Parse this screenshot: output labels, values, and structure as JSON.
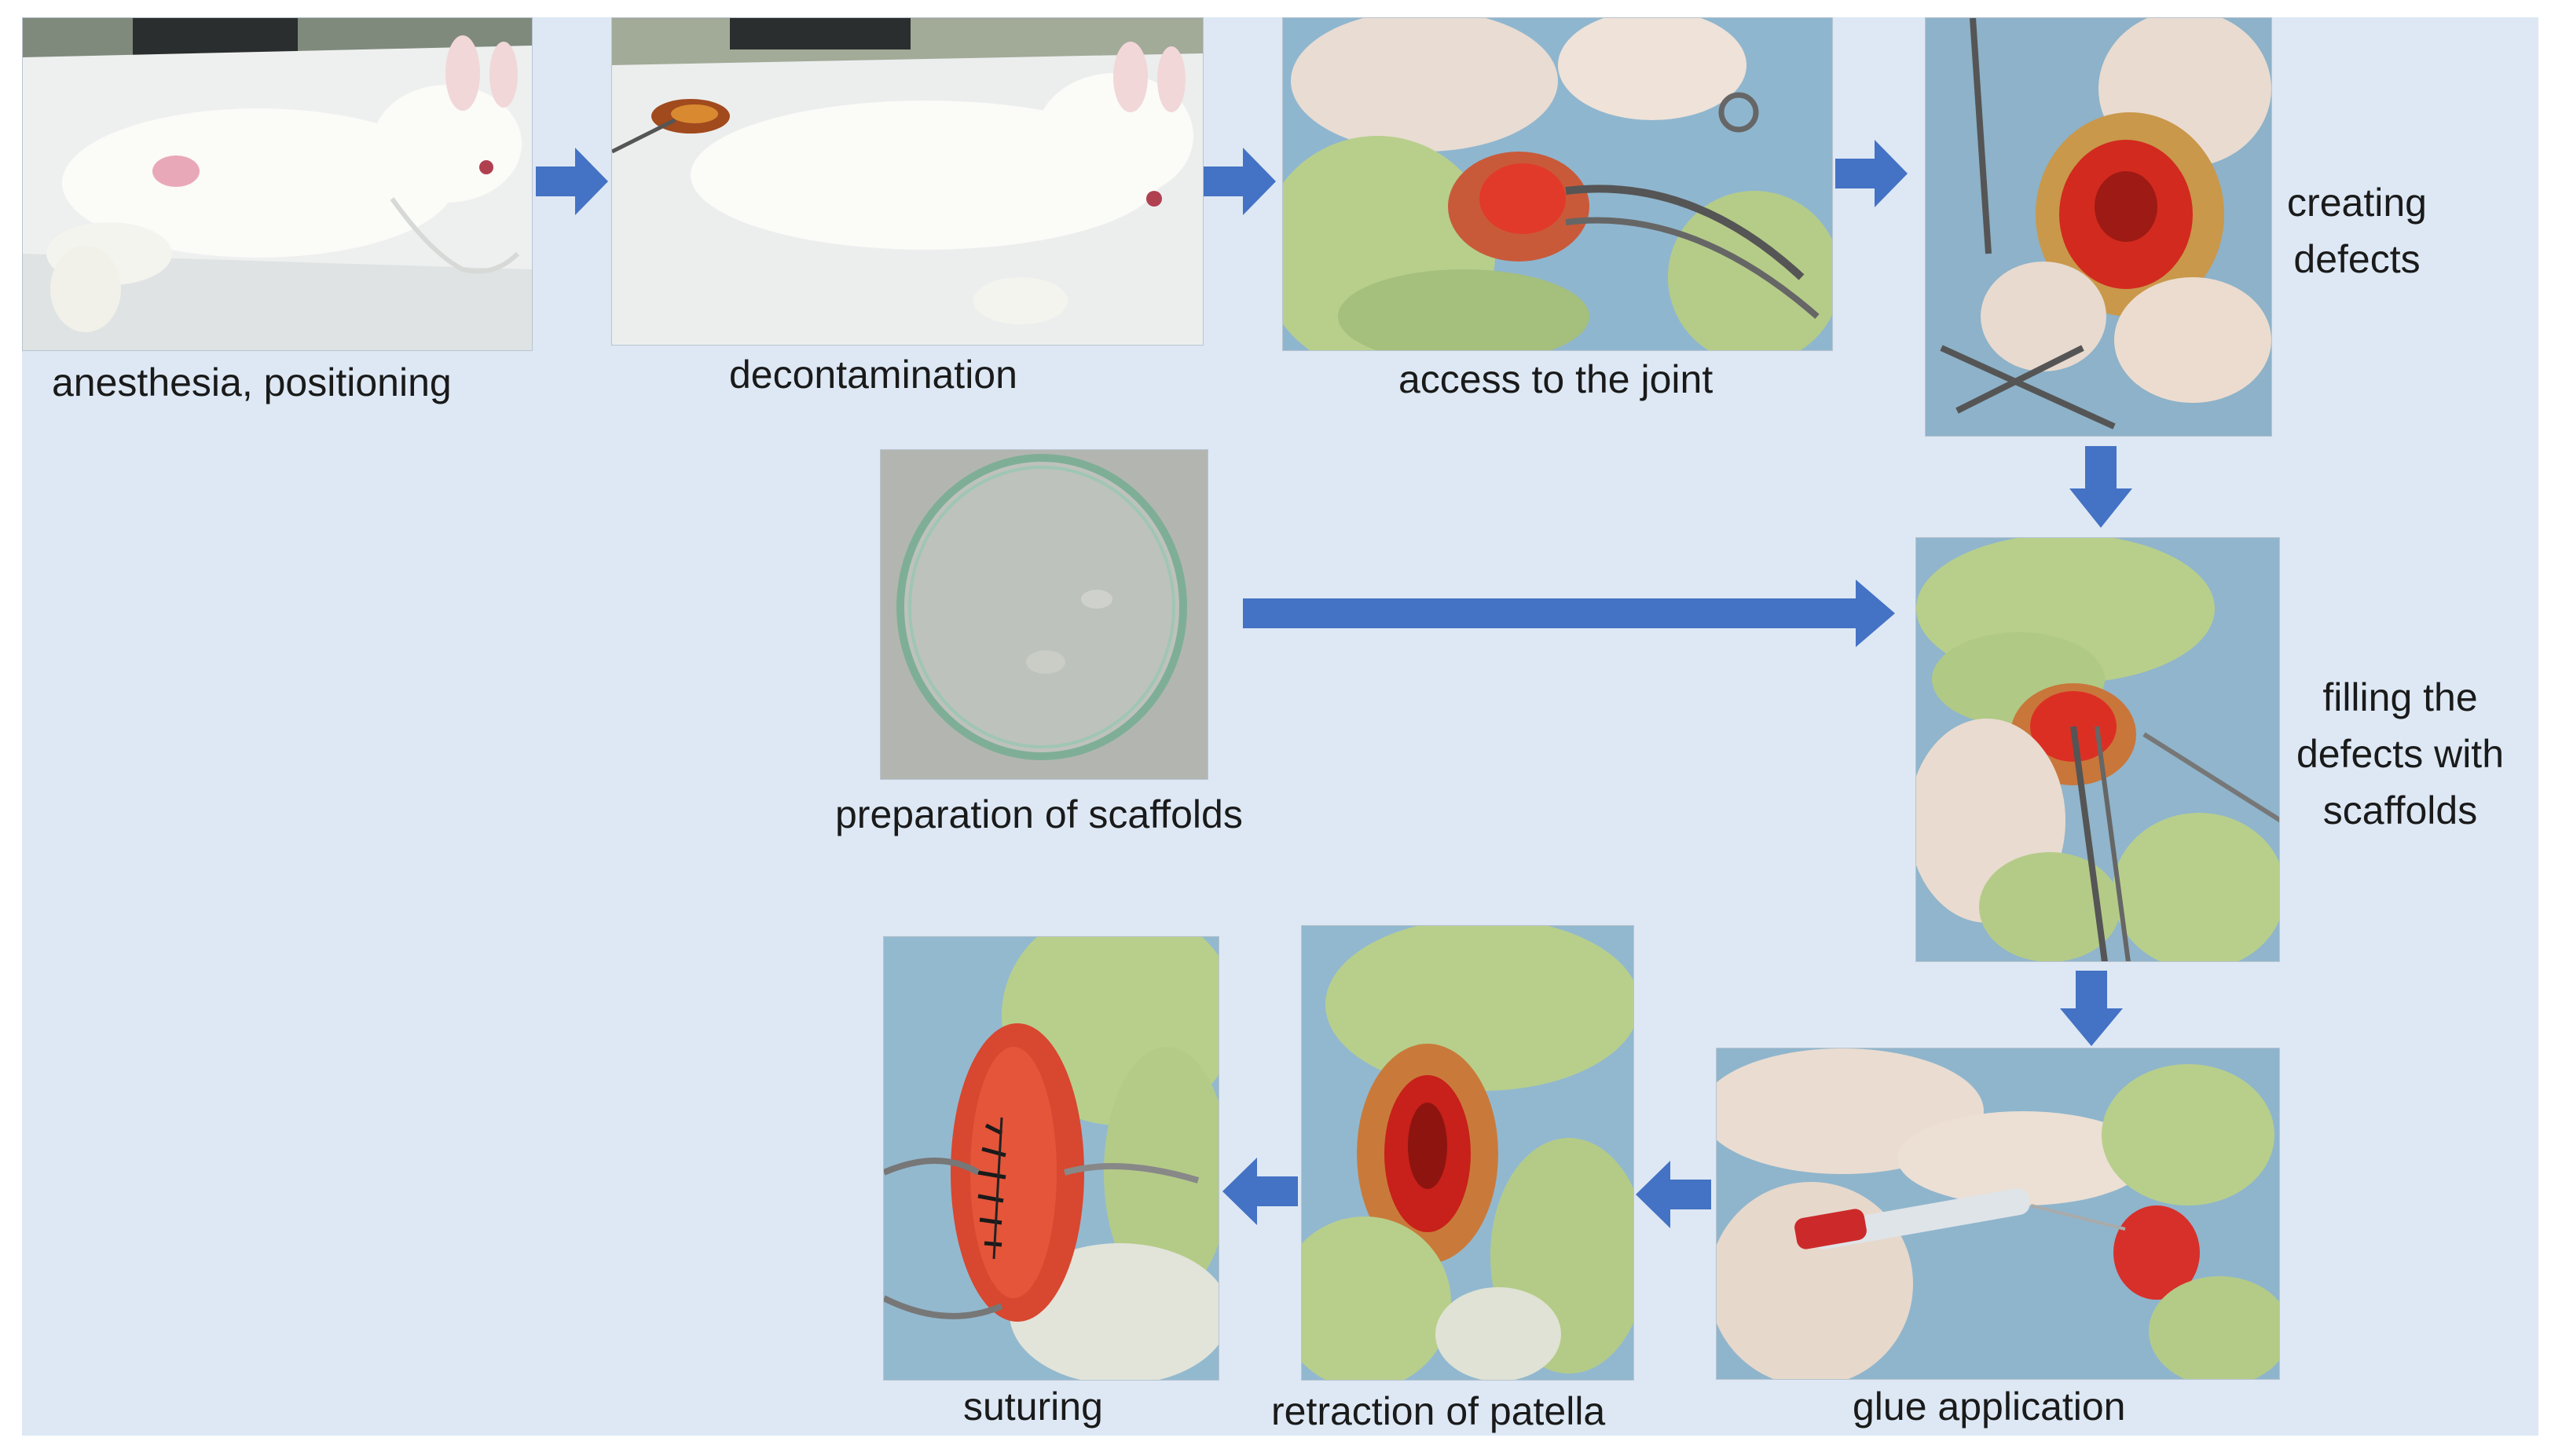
{
  "figure": {
    "background_color": "#dde8f4",
    "arrow_color": "#4472c4"
  },
  "steps": {
    "anesthesia": {
      "label": "anesthesia, positioning",
      "icon": "rabbit-photo"
    },
    "decontamination": {
      "label": "decontamination",
      "icon": "rabbit-decontaminated-photo"
    },
    "access": {
      "label": "access to the joint",
      "icon": "surgical-access-photo"
    },
    "creating": {
      "label": "creating\ndefects",
      "icon": "knee-defect-photo"
    },
    "preparation": {
      "label": "preparation of scaffolds",
      "icon": "petri-dish-photo"
    },
    "filling": {
      "label": "filling the\ndefects with\nscaffolds",
      "icon": "scaffold-filling-photo"
    },
    "glue": {
      "label": "glue application",
      "icon": "syringe-glue-photo"
    },
    "retraction": {
      "label": "retraction of patella",
      "icon": "patella-retraction-photo"
    },
    "suturing": {
      "label": "suturing",
      "icon": "sutured-knee-photo"
    }
  }
}
